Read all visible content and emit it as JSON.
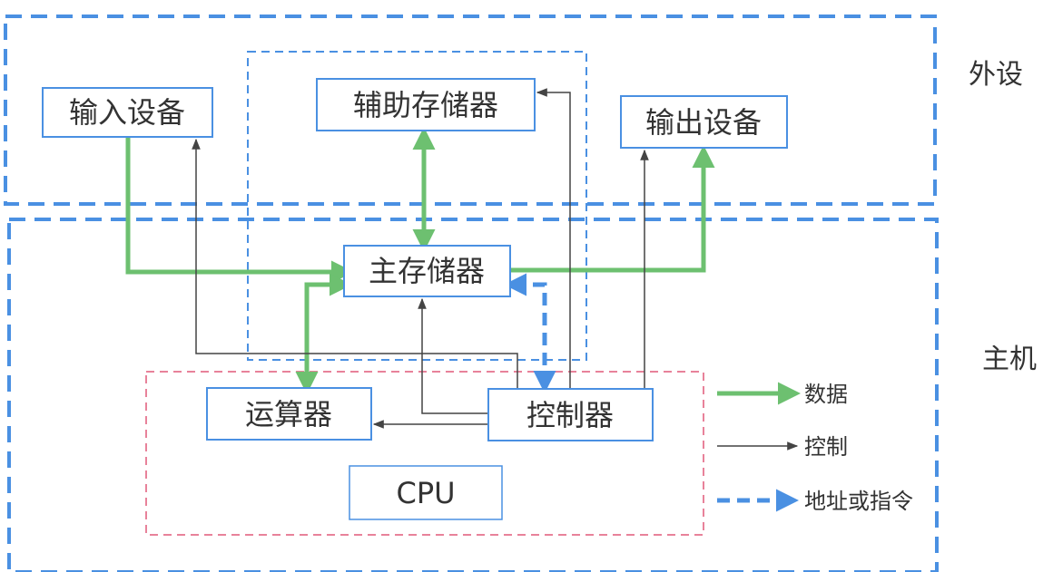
{
  "regions": {
    "peripheral_label": "外设",
    "host_label": "主机"
  },
  "boxes": {
    "input_device": "输入设备",
    "aux_storage": "辅助存储器",
    "output_device": "输出设备",
    "main_memory": "主存储器",
    "alu": "运算器",
    "controller": "控制器",
    "cpu": "CPU"
  },
  "legend": {
    "data_label": "数据",
    "control_label": "控制",
    "address_label": "地址或指令"
  },
  "colors": {
    "data": "#6dc070",
    "control": "#444444",
    "address": "#4a90e2",
    "region_border": "#4a90e2",
    "cpu_border": "#e8829a",
    "box_border": "#4a90e2"
  }
}
